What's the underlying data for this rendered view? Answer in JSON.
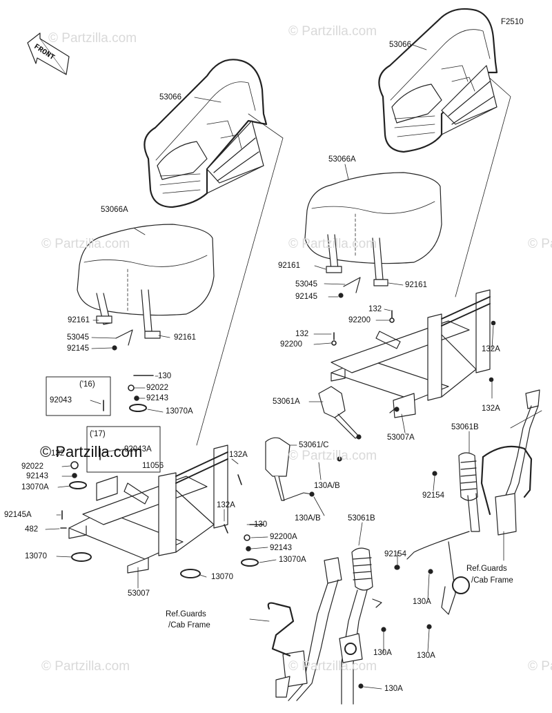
{
  "figure_code": "F2510",
  "front_label": "FRONT",
  "watermark": "© Partzilla.com",
  "watermark_main": "© Partzilla.com",
  "variants": {
    "y16": "('16)",
    "y17": "('17)"
  },
  "parts": {
    "seatback_left": "53066",
    "seatback_right": "53066",
    "cushion_left": "53066A",
    "cushion_right": "53066A",
    "bracket_left": "92161",
    "bracket_left_b": "92161",
    "bracket_right": "92161",
    "bracket_right_b": "92161",
    "clip_left": "53045",
    "clip_right": "53045",
    "spring_left": "92145",
    "spring_right": "92145",
    "bolt_130_a": "130",
    "washer_92022_a": "92022",
    "bolt_92143_a": "92143",
    "grommet_13070a_a": "13070A",
    "bolt_92043": "92043",
    "bolt_92043a": "92043A",
    "bolt_132_l": "132",
    "washer_92022_b": "92022",
    "bolt_92143_b": "92143",
    "grommet_13070a_b": "13070A",
    "bolt_11056": "11056",
    "spring_92145a": "92145A",
    "pin_482": "482",
    "grommet_13070_l": "13070",
    "frame_left": "53007",
    "grommet_13070_r": "13070",
    "bolt_132a_1": "132A",
    "bolt_132a_2": "132A",
    "bolt_130_b": "130",
    "washer_92200a": "92200A",
    "bolt_92143_c": "92143",
    "grommet_13070a_c": "13070A",
    "buckle_center": "53061/C",
    "bolt_130ab_1": "130A/B",
    "bolt_130ab_2": "130A/B",
    "bolt_132_r1": "132",
    "washer_92200_r1": "92200",
    "bolt_132_r2": "132",
    "washer_92200_r2": "92200",
    "bolt_132a_r1": "132A",
    "bolt_132a_r2": "132A",
    "buckle_right": "53061A",
    "frame_right": "53007A",
    "belt_right": "53061B",
    "belt_left": "53061B",
    "collar_92154_r": "92154",
    "collar_92154_l": "92154",
    "bolt_130a_r1": "130A",
    "bolt_130a_r2": "130A",
    "bolt_130a_l1": "130A",
    "bolt_130a_l2": "130A"
  },
  "refs": {
    "right_line1": "Ref.Guards",
    "right_line2": "/Cab Frame",
    "left_line1": "Ref.Guards",
    "left_line2": "/Cab Frame"
  }
}
